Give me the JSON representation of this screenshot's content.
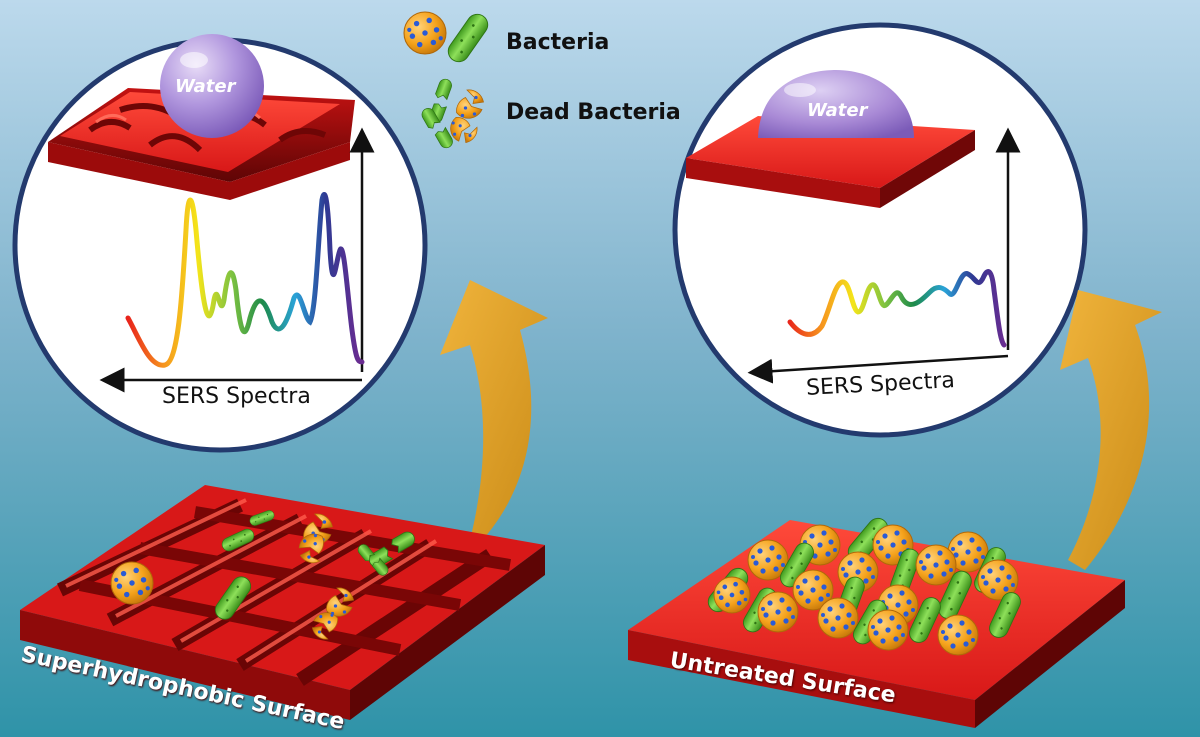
{
  "legend": {
    "bacteria_label": "Bacteria",
    "dead_bacteria_label": "Dead Bacteria"
  },
  "left_panel": {
    "water_label": "Water",
    "spectrum_axis_label": "SERS Spectra",
    "surface_label": "Superhydrophobic Surface"
  },
  "right_panel": {
    "water_label": "Water",
    "spectrum_axis_label": "SERS Spectra",
    "surface_label": "Untreated Surface"
  },
  "colors": {
    "substrate_red": "#d81818",
    "bacteria_orange": "#f5a21b",
    "bacteria_green": "#5ec22c",
    "water_purple": "#a98ad6",
    "arrow_gold": "#e3a32a",
    "circle_border": "#233a6e"
  }
}
